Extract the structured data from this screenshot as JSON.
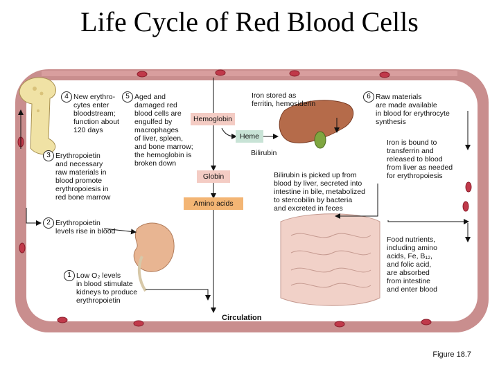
{
  "title": "Life Cycle of Red Blood Cells",
  "figure_label": "Figure 18.7",
  "boxes": {
    "hemoglobin": "Hemoglobin",
    "heme": "Heme",
    "globin": "Globin",
    "amino_acids": "Amino acids",
    "bilirubin": "Bilirubin",
    "circulation": "Circulation"
  },
  "steps": [
    {
      "num": "1",
      "text": "Low O₂ levels\nin blood stimulate\nkidneys to produce\nerythropoietin"
    },
    {
      "num": "2",
      "text": "Erythropoietin\nlevels rise in blood"
    },
    {
      "num": "3",
      "text": "Erythropoietin\nand necessary\nraw materials in\nblood promote\nerythropoiesis in\nred bone marrow"
    },
    {
      "num": "4",
      "text": "New erythro-\ncytes enter\nbloodstream;\nfunction about\n120 days"
    },
    {
      "num": "5",
      "text": "Aged and\ndamaged red\nblood cells are\nengulfed by\nmacrophages\nof liver, spleen,\nand bone marrow;\nthe hemoglobin is\nbroken down"
    },
    {
      "num": "6",
      "text": "Raw materials\nare made available\nin blood for erythrocyte\nsynthesis"
    }
  ],
  "notes": {
    "iron_stored": "Iron stored as\nferritin, hemosiderin",
    "iron_bound": "Iron is bound to\ntransferrin and\nreleased to blood\nfrom liver as needed\nfor erythropoiesis",
    "bilirubin_fate": "Bilirubin is picked up from\nblood by liver, secreted into\nintestine in bile, metabolized\nto stercobilin by bacteria\nand excreted in feces",
    "food_nutrients": "Food nutrients,\nincluding amino\nacids, Fe, B₁₂,\nand folic acid,\nare absorbed\nfrom intestine\nand enter blood"
  },
  "colors": {
    "vessel_outer": "#c98e8e",
    "vessel_inner": "#efcaca",
    "rbc": "#c0394a",
    "box_pink": "#f4ccc4",
    "box_green": "#c8e3d6",
    "box_orange": "#f3b574",
    "liver": "#b56b4a",
    "kidney": "#e8b592",
    "intestine": "#f1d1c8",
    "bone": "#f0e2a5"
  }
}
